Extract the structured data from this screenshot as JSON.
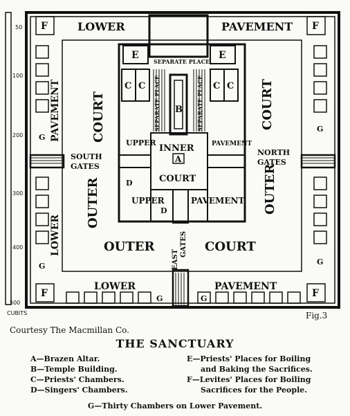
{
  "plan": {
    "scale": [
      "50",
      "100",
      "200",
      "300",
      "400",
      "500"
    ],
    "scale_unit": "CUBITS",
    "corner_f": "F",
    "top_lower": "LOWER",
    "top_pavement": "PAVEMENT",
    "bottom_lower": "LOWER",
    "bottom_pavement": "PAVEMENT",
    "left_pavement": "PAVEMENT",
    "left_lower": "LOWER",
    "outer_court_left_a": "COURT",
    "outer_court_left_b": "OUTER",
    "outer_court_right_a": "COURT",
    "outer_court_right_b": "OUTER",
    "outer_court_bottom_a": "OUTER",
    "outer_court_bottom_b": "COURT",
    "south_gates": [
      "SOUTH",
      "GATES"
    ],
    "north_gates": [
      "NORTH",
      "GATES"
    ],
    "east_gates": [
      "EAST",
      "GATES"
    ],
    "separate_place_top": "SEPARATE PLACE",
    "separate_place_left": "SEPARATE PLACE",
    "separate_place_right": "SEPARATE PLACE",
    "chamber_e": "E",
    "chamber_c": "C",
    "temple_b": "B",
    "upper_left_top": "UPPER",
    "upper_right_top": "PAVEMENT",
    "inner": "INNER",
    "altar_a": "A",
    "court": "COURT",
    "upper_bottom": "UPPER",
    "pavement_bottom": "PAVEMENT",
    "singers_d": "D",
    "chamber_g": "G",
    "fig": "Fig.3"
  },
  "caption": {
    "credit": "Courtesy The Macmillan Co.",
    "title": "THE SANCTUARY",
    "legend_left": [
      "A—Brazen Altar.",
      "B—Temple Building.",
      "C—Priests' Chambers.",
      "D—Singers' Chambers."
    ],
    "legend_right": [
      "E—Priests' Places for Boiling",
      "and Baking the Sacrifices.",
      "F—Levites' Places for Boiling",
      "Sacrifices for the People."
    ],
    "legend_bottom": "G—Thirty Chambers on Lower Pavement."
  }
}
